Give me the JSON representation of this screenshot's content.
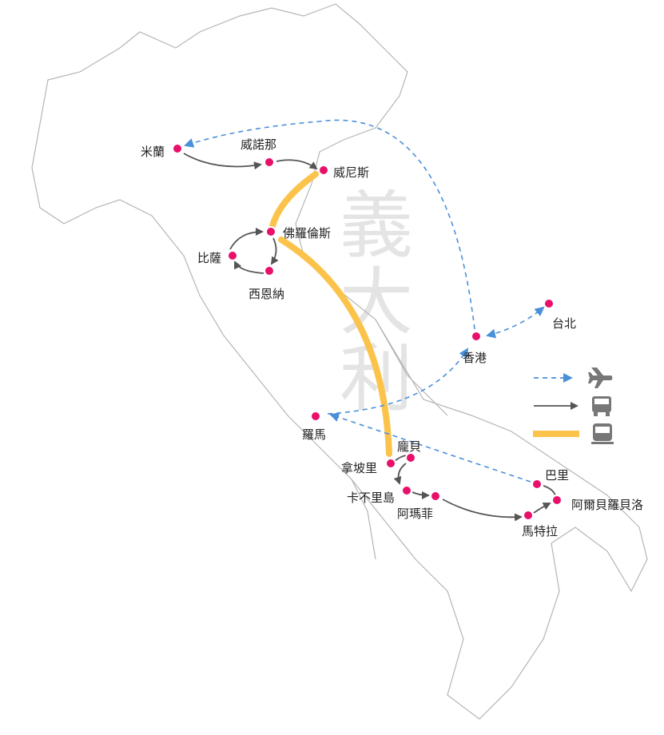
{
  "map": {
    "country_watermark": [
      "義",
      "大",
      "利"
    ],
    "colors": {
      "flight": "#4a90d9",
      "bus": "#555555",
      "train": "#fbc34a",
      "city": "#e8106a",
      "outline": "#b0b0b0"
    },
    "cities": [
      {
        "id": "milan",
        "name": "米蘭"
      },
      {
        "id": "verona",
        "name": "威諾那"
      },
      {
        "id": "venice",
        "name": "威尼斯"
      },
      {
        "id": "florence",
        "name": "佛羅倫斯"
      },
      {
        "id": "pisa",
        "name": "比薩"
      },
      {
        "id": "siena",
        "name": "西恩納"
      },
      {
        "id": "taipei",
        "name": "台北"
      },
      {
        "id": "hongkong",
        "name": "香港"
      },
      {
        "id": "rome",
        "name": "羅馬"
      },
      {
        "id": "naples",
        "name": "拿坡里"
      },
      {
        "id": "pompeii",
        "name": "龐貝"
      },
      {
        "id": "capri",
        "name": "卡不里島"
      },
      {
        "id": "amalfi",
        "name": "阿瑪菲"
      },
      {
        "id": "matera",
        "name": "馬特拉"
      },
      {
        "id": "bari",
        "name": "巴里"
      },
      {
        "id": "alberobello",
        "name": "阿爾貝羅貝洛"
      }
    ],
    "legend": [
      {
        "mode": "flight",
        "icon": "airplane-icon"
      },
      {
        "mode": "bus",
        "icon": "bus-icon"
      },
      {
        "mode": "train",
        "icon": "train-icon"
      }
    ]
  }
}
